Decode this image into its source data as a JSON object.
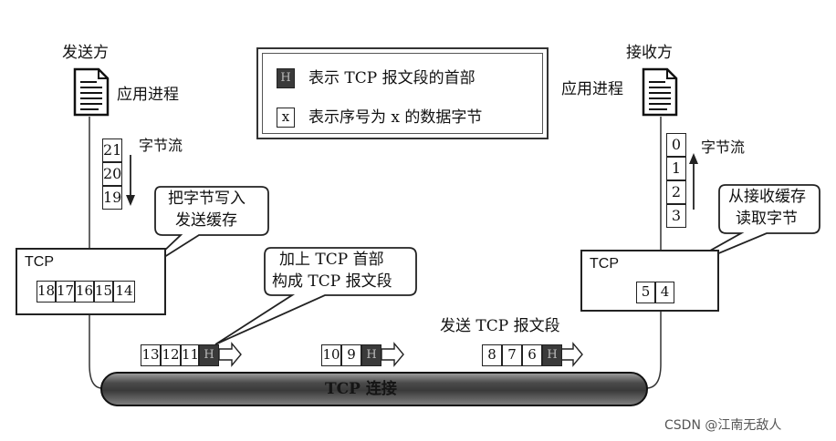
{
  "sender": {
    "title": "发送方",
    "process_label": "应用进程",
    "stream_label": "字节流",
    "stream_bytes": [
      "21",
      "20",
      "19"
    ],
    "callout": [
      "把字节写入",
      "发送缓存"
    ],
    "tcp_label": "TCP",
    "buffer": [
      "18",
      "17",
      "16",
      "15",
      "14"
    ]
  },
  "receiver": {
    "title": "接收方",
    "process_label": "应用进程",
    "stream_label": "字节流",
    "stream_bytes": [
      "0",
      "1",
      "2",
      "3"
    ],
    "callout": [
      "从接收缓存",
      "读取字节"
    ],
    "tcp_label": "TCP",
    "buffer": [
      "5",
      "4"
    ]
  },
  "legend": {
    "header_text": "表示 TCP 报文段的首部",
    "header_symbol": "H",
    "number_symbol": "x",
    "number_text": "表示序号为 x 的数据字节"
  },
  "middle_callout": [
    "加上 TCP 首部",
    "构成 TCP 报文段"
  ],
  "send_segment_label": "发送 TCP 报文段",
  "segments": [
    {
      "bytes": [
        "13",
        "12",
        "11"
      ],
      "header": "H"
    },
    {
      "bytes": [
        "10",
        "9"
      ],
      "header": "H"
    },
    {
      "bytes": [
        "8",
        "7",
        "6"
      ],
      "header": "H"
    }
  ],
  "connection_label": "TCP 连接",
  "watermark": "CSDN @江南无敌人"
}
